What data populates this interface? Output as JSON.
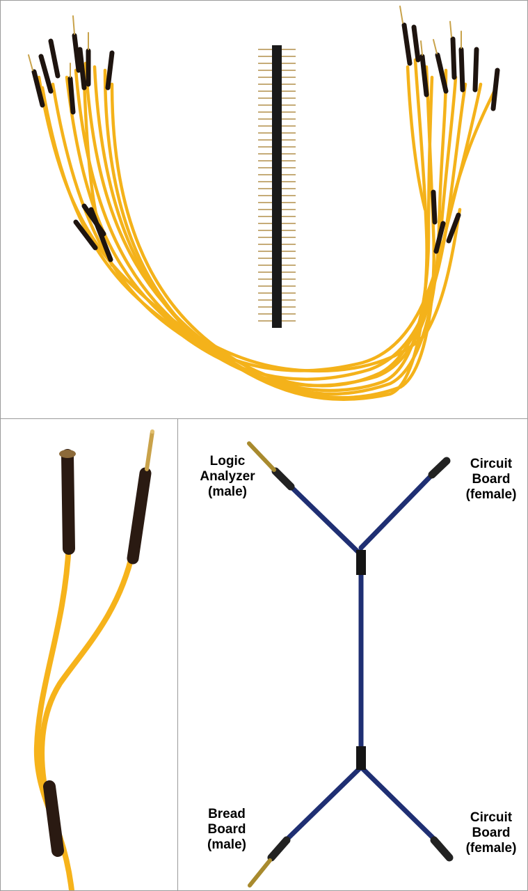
{
  "labels": {
    "top_left": [
      "Logic",
      "Analyzer",
      "(male)"
    ],
    "top_right": [
      "Circuit",
      "Board",
      "(female)"
    ],
    "bottom_left": [
      "Bread",
      "Board",
      "(male)"
    ],
    "bottom_right": [
      "Circuit",
      "Board",
      "(female)"
    ]
  },
  "colors": {
    "wire_yellow": "#f4b21a",
    "wire_blue": "#1f2f73",
    "sleeve": "#2a1a12",
    "pin_gold": "#b8902c"
  }
}
